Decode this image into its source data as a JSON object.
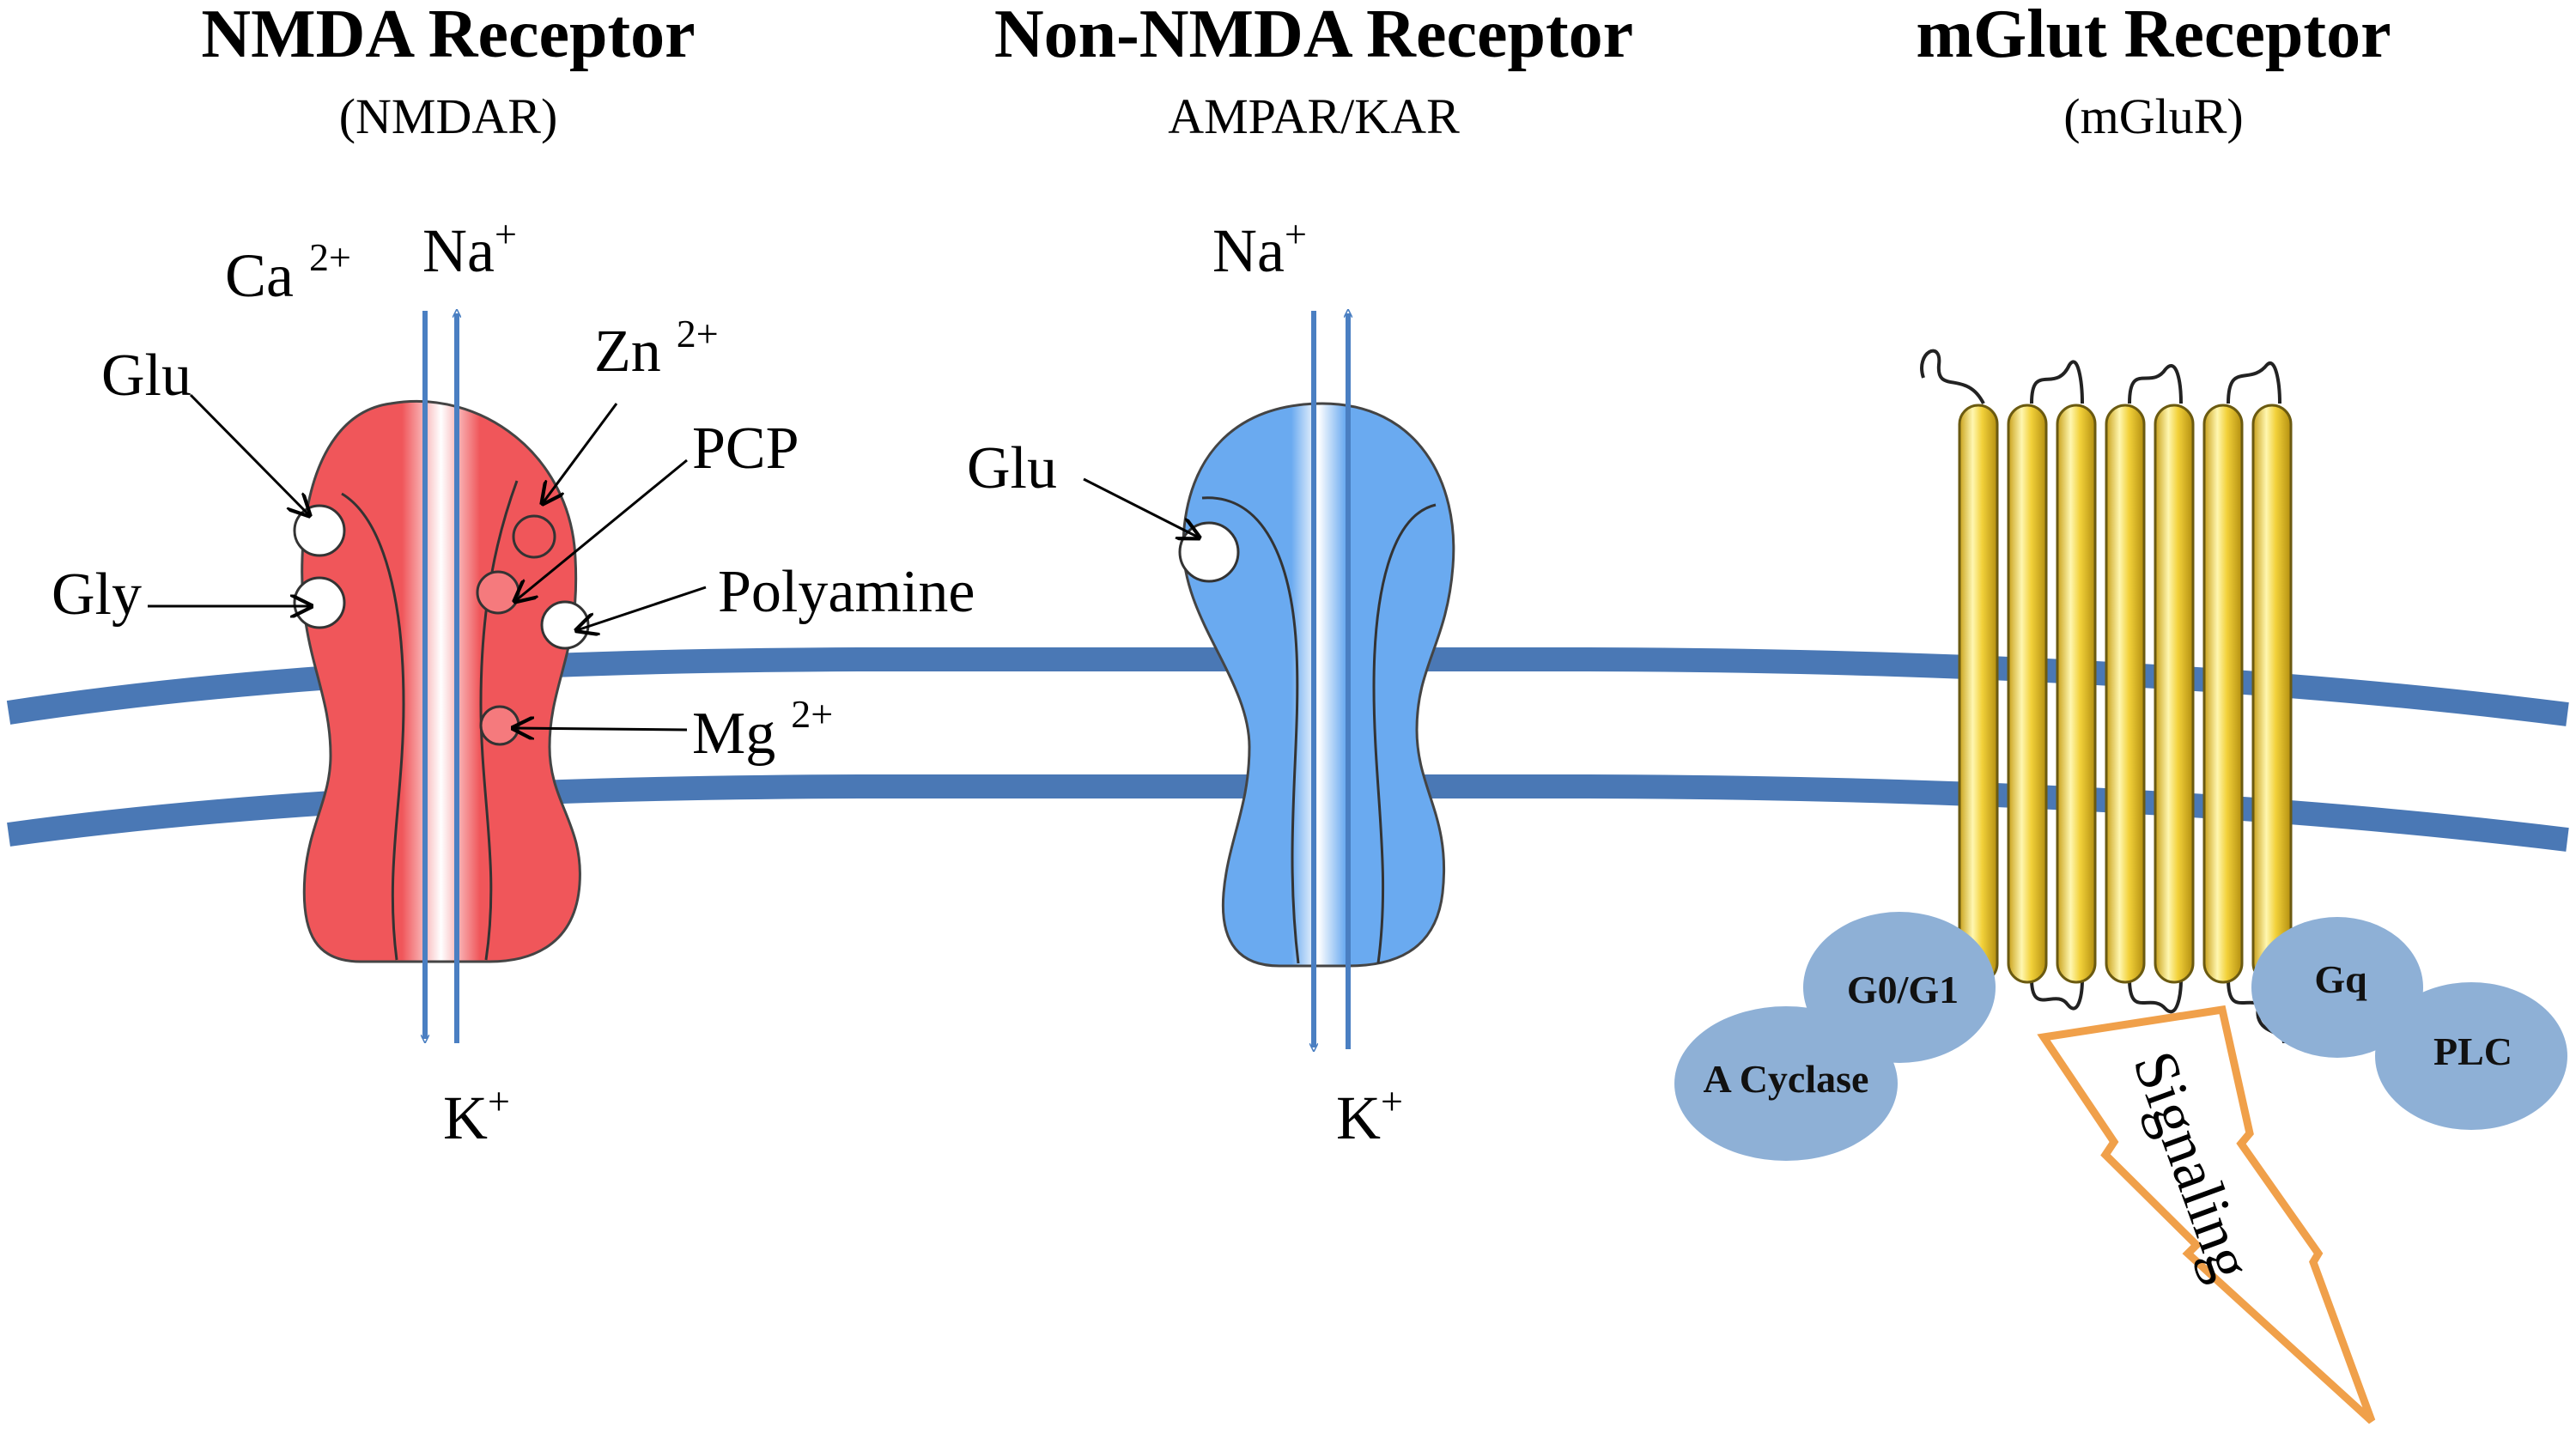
{
  "colors": {
    "membrane": "#4a78b5",
    "nmda_fill": "#f0565a",
    "ampa_fill": "#6aaaf0",
    "pore_white": "#ffffff",
    "ion_arrow": "#4a7fc2",
    "helix_fill": "#f2d13a",
    "g_protein": "#8eb0d6",
    "signal_outline": "#f0a04a",
    "text": "#000000"
  },
  "nmda": {
    "title": "NMDA Receptor",
    "subtitle": "(NMDAR)",
    "ion_in": "Na",
    "ion_in_charge": "+",
    "ion_ca": "Ca",
    "ion_ca_charge": "2+",
    "ion_out": "K",
    "ion_out_charge": "+",
    "sites": {
      "glu": "Glu",
      "gly": "Gly",
      "zn": "Zn",
      "zn_charge": "2+",
      "pcp": "PCP",
      "polyamine": "Polyamine",
      "mg": "Mg",
      "mg_charge": "2+"
    }
  },
  "non_nmda": {
    "title": "Non-NMDA Receptor",
    "subtitle": "AMPAR/KAR",
    "ion_in": "Na",
    "ion_in_charge": "+",
    "ion_out": "K",
    "ion_out_charge": "+",
    "site_glu": "Glu"
  },
  "mglut": {
    "title": "mGlut Receptor",
    "subtitle": "(mGluR)",
    "g0g1": "G0/G1",
    "a_cyclase": "A Cyclase",
    "gq": "Gq",
    "plc": "PLC",
    "signaling": "Signaling"
  },
  "icons": [
    "ion-channel-icon",
    "binding-site-icon",
    "transmembrane-helix-icon",
    "lightning-bolt-icon"
  ]
}
